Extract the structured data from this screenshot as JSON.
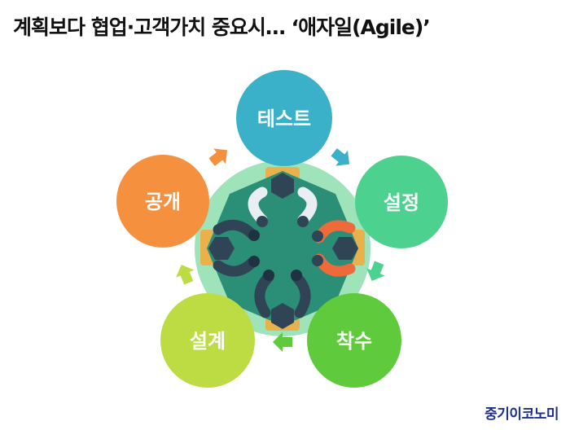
{
  "title": "계획보다 협업·고객가치 중요시…  ‘애자일(Agile)’",
  "brand": "중기이코노미",
  "cycle": [
    {
      "label": "테스트",
      "color": "#3bb0c9"
    },
    {
      "label": "설정",
      "color": "#4cd28e"
    },
    {
      "label": "착수",
      "color": "#5fcb3c"
    },
    {
      "label": "설계",
      "color": "#bddc43"
    },
    {
      "label": "공개",
      "color": "#f5903e"
    }
  ],
  "colors": {
    "table": "#2a8f76",
    "table_outer_ring": "#9fe3bb",
    "chair": "#e8b14c",
    "person_dark": "#2f4556",
    "person_orange": "#ef6a3a",
    "sleeve_light": "#e9eef2"
  }
}
